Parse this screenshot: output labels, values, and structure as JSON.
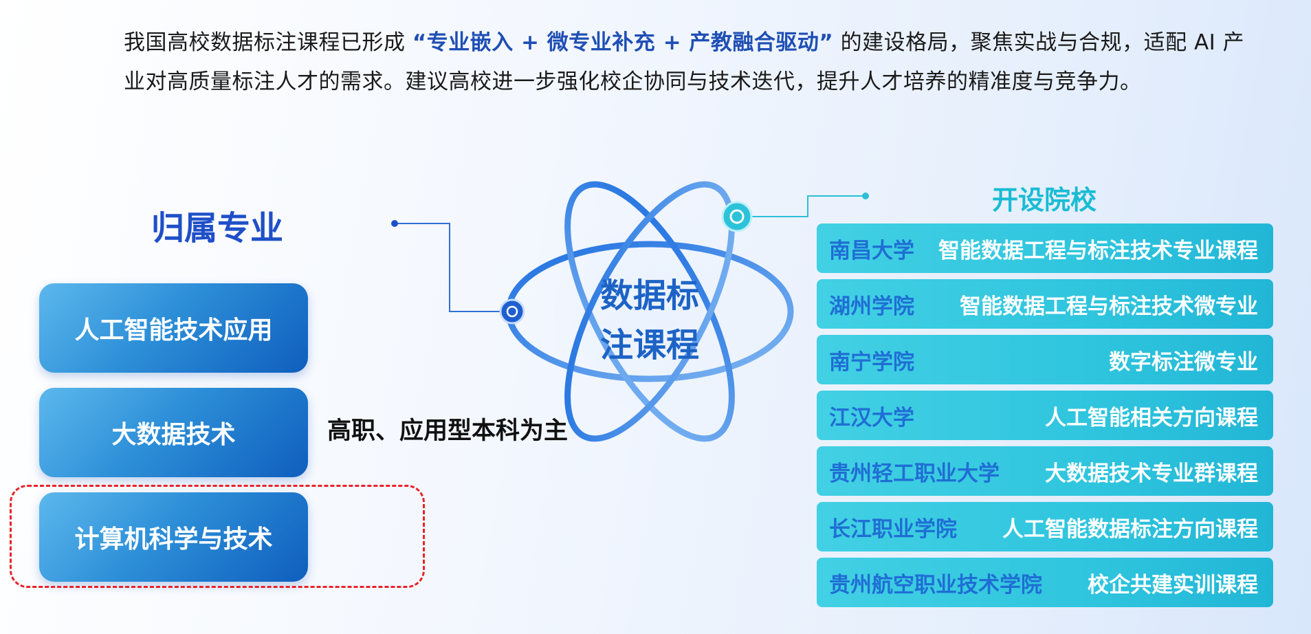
{
  "intro": {
    "before": "我国高校数据标注课程已形成",
    "highlight": "“专业嵌入 + 微专业补充 + 产教融合驱动”",
    "after": "的建设格局，聚焦实战与合规，适配 AI 产业对高质量标注人才的需求。建议高校进一步强化校企协同与技术迭代，提升人才培养的精准度与竞争力。"
  },
  "majors": {
    "title": "归属专业",
    "items": [
      {
        "label": "人工智能技术应用"
      },
      {
        "label": "大数据技术"
      },
      {
        "label": "计算机科学与技术"
      }
    ],
    "note": "高职、应用型本科为主"
  },
  "center": {
    "line1": "数据标",
    "line2": "注课程"
  },
  "schools": {
    "title": "开设院校",
    "rows": [
      {
        "name": "南昌大学",
        "course": "智能数据工程与标注技术专业课程"
      },
      {
        "name": "湖州学院",
        "course": "智能数据工程与标注技术微专业"
      },
      {
        "name": "南宁学院",
        "course": "数字标注微专业"
      },
      {
        "name": "江汉大学",
        "course": "人工智能相关方向课程"
      },
      {
        "name": "贵州轻工职业大学",
        "course": "大数据技术专业群课程"
      },
      {
        "name": "长江职业学院",
        "course": "人工智能数据标注方向课程"
      },
      {
        "name": "贵州航空职业技术学院",
        "course": "校企共建实训课程"
      }
    ]
  },
  "colors": {
    "accent_blue": "#1f4fc8",
    "cyan": "#19bcd4",
    "dashed_red": "#e8232a"
  }
}
